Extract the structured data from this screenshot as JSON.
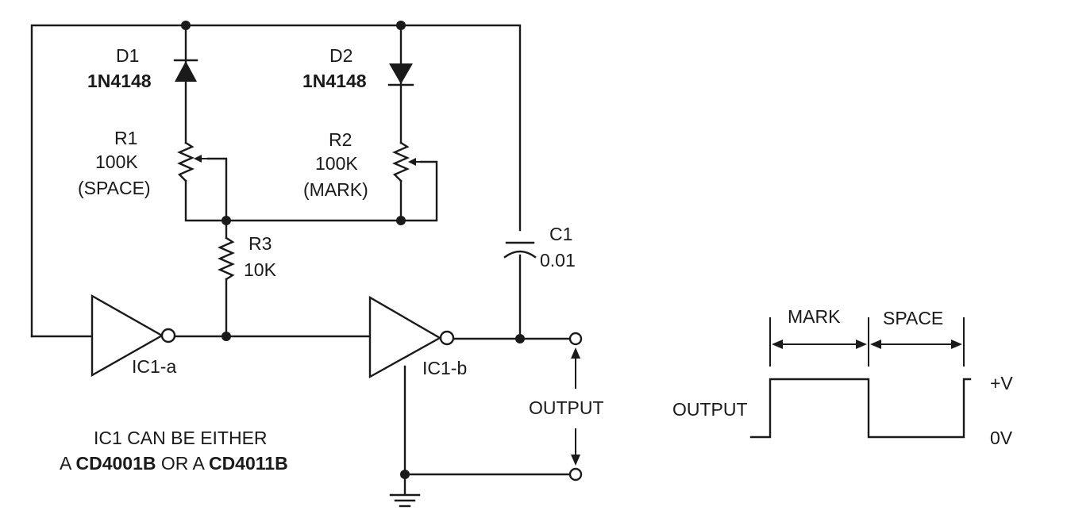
{
  "components": {
    "d1": {
      "ref": "D1",
      "part": "1N4148"
    },
    "d2": {
      "ref": "D2",
      "part": "1N4148"
    },
    "r1": {
      "ref": "R1",
      "value": "100K",
      "note": "(SPACE)"
    },
    "r2": {
      "ref": "R2",
      "value": "100K",
      "note": "(MARK)"
    },
    "r3": {
      "ref": "R3",
      "value": "10K"
    },
    "c1": {
      "ref": "C1",
      "value": "0.01"
    },
    "ic1a": {
      "ref": "IC1-a"
    },
    "ic1b": {
      "ref": "IC1-b"
    }
  },
  "labels": {
    "output_circuit": "OUTPUT",
    "ic_note_line1": "IC1 CAN BE EITHER",
    "ic_note_prefix": "A ",
    "ic_note_part1": "CD4001B",
    "ic_note_mid": " OR A ",
    "ic_note_part2": "CD4011B"
  },
  "waveform": {
    "output_label": "OUTPUT",
    "mark_label": "MARK",
    "space_label": "SPACE",
    "high_label": "+V",
    "low_label": "0V"
  }
}
